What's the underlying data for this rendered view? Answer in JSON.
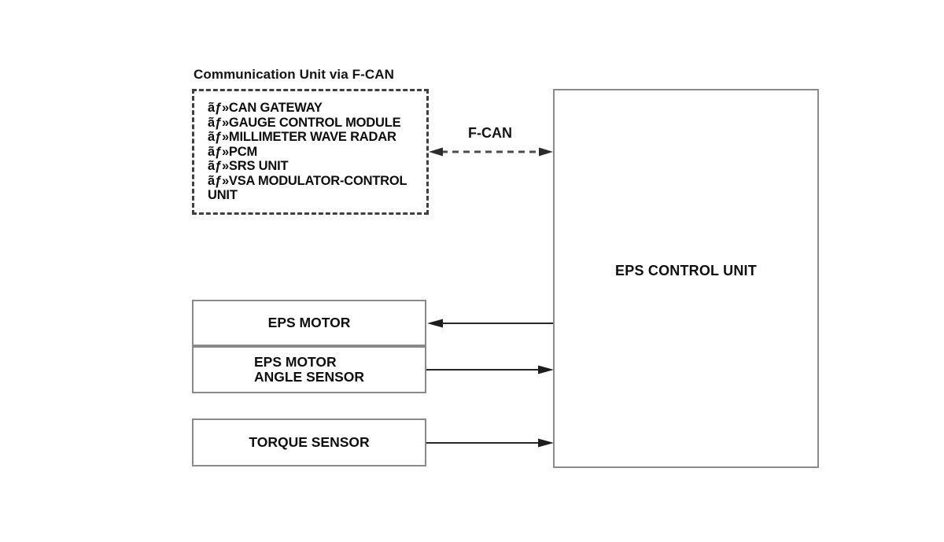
{
  "diagram": {
    "comm_unit": {
      "title": "Communication Unit via F-CAN",
      "items": [
        "ãƒ»CAN GATEWAY",
        "ãƒ»GAUGE CONTROL MODULE",
        "ãƒ»MILLIMETER WAVE RADAR",
        "ãƒ»PCM",
        "ãƒ»SRS UNIT",
        "ãƒ»VSA MODULATOR-CONTROL UNIT"
      ]
    },
    "fcan": {
      "label": "F-CAN"
    },
    "boxes": {
      "ecu": {
        "label": "EPS CONTROL UNIT"
      },
      "eps_motor": {
        "label": "EPS MOTOR"
      },
      "angle_sensor": {
        "line1": "EPS MOTOR",
        "line2": "ANGLE SENSOR"
      },
      "torque": {
        "label": "TORQUE SENSOR"
      }
    },
    "connections": [
      {
        "from": "communication-unit",
        "to": "eps-control-unit",
        "style": "dashed",
        "direction": "both",
        "label": "F-CAN"
      },
      {
        "from": "eps-control-unit",
        "to": "eps-motor",
        "style": "solid",
        "direction": "to-eps-motor"
      },
      {
        "from": "eps-motor-angle-sensor",
        "to": "eps-control-unit",
        "style": "solid",
        "direction": "to-eps-control-unit"
      },
      {
        "from": "torque-sensor",
        "to": "eps-control-unit",
        "style": "solid",
        "direction": "to-eps-control-unit"
      }
    ],
    "colors": {
      "background": "#ffffff",
      "box_border": "#8a8a8a",
      "dashed_border": "#3f3f3f",
      "solid_arrow": "#262626",
      "dashed_arrow": "#4d4d4d",
      "text": "#0d0d0d"
    }
  }
}
